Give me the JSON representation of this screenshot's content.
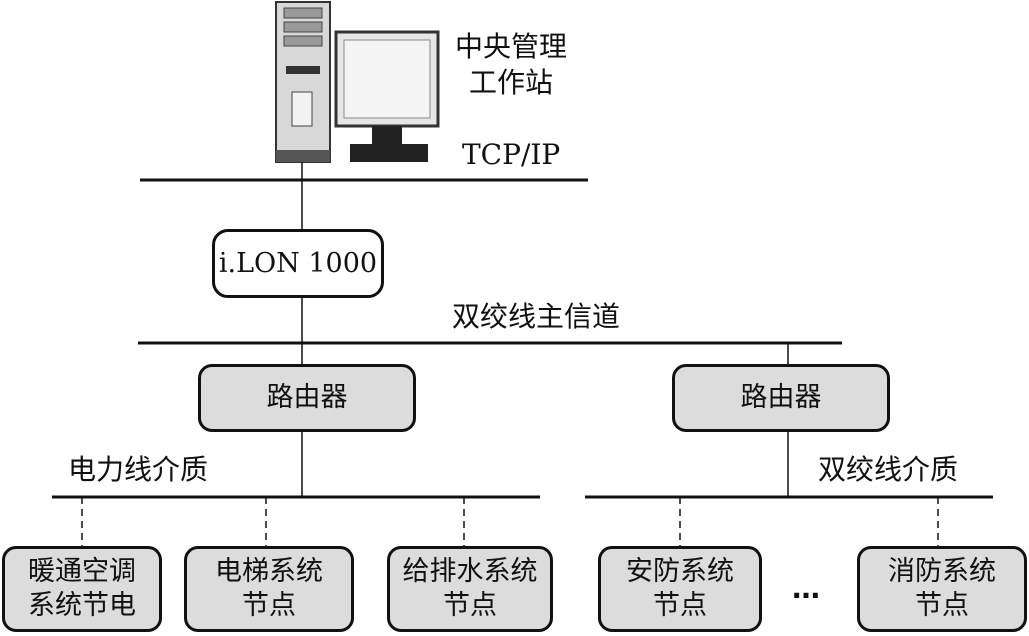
{
  "workstation": {
    "label_line1": "中央管理",
    "label_line2": "工作站"
  },
  "tcpip": {
    "label": "TCP/IP"
  },
  "ilon": {
    "label": "i.LON 1000"
  },
  "main_channel": {
    "label": "双绞线主信道"
  },
  "routers": [
    {
      "label": "路由器"
    },
    {
      "label": "路由器"
    }
  ],
  "media": {
    "power_line": "电力线介质",
    "twisted_pair": "双绞线介质"
  },
  "nodes": [
    {
      "line1": "暖通空调",
      "line2": "系统节电"
    },
    {
      "line1": "电梯系统",
      "line2": "节点"
    },
    {
      "line1": "给排水系统",
      "line2": "节点"
    },
    {
      "line1": "安防系统",
      "line2": "节点"
    },
    {
      "line1": "消防系统",
      "line2": "节点"
    }
  ],
  "ellipsis": "…",
  "colors": {
    "box_fill": "#dcdcdc",
    "stroke": "#111111"
  }
}
